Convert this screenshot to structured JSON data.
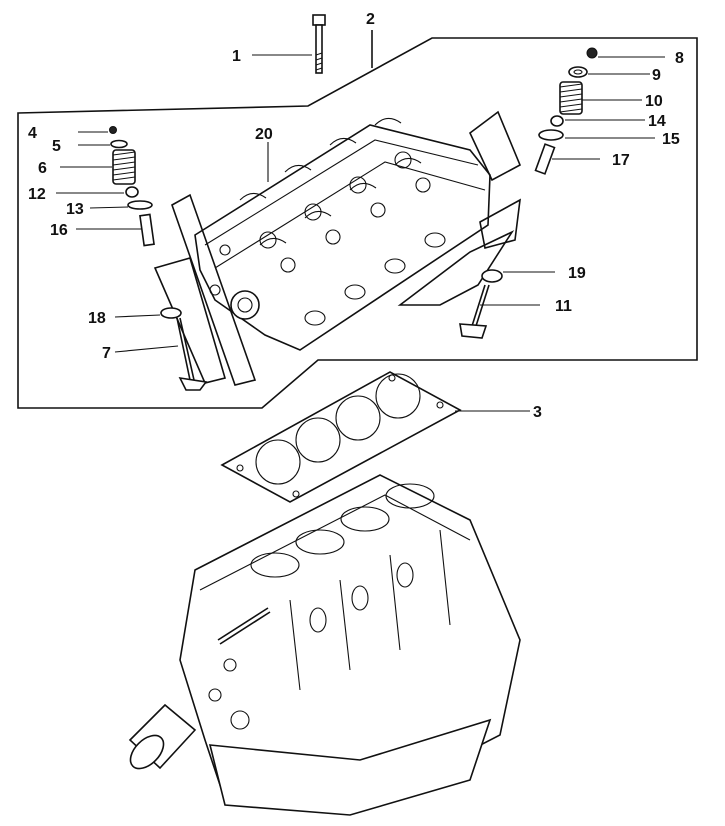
{
  "callouts": [
    {
      "id": "1",
      "text": "1"
    },
    {
      "id": "2",
      "text": "2"
    },
    {
      "id": "3",
      "text": "3"
    },
    {
      "id": "4",
      "text": "4"
    },
    {
      "id": "5",
      "text": "5"
    },
    {
      "id": "6",
      "text": "6"
    },
    {
      "id": "7",
      "text": "7"
    },
    {
      "id": "8",
      "text": "8"
    },
    {
      "id": "9",
      "text": "9"
    },
    {
      "id": "10",
      "text": "10"
    },
    {
      "id": "11",
      "text": "11"
    },
    {
      "id": "12",
      "text": "12"
    },
    {
      "id": "13",
      "text": "13"
    },
    {
      "id": "14",
      "text": "14"
    },
    {
      "id": "15",
      "text": "15"
    },
    {
      "id": "16",
      "text": "16"
    },
    {
      "id": "17",
      "text": "17"
    },
    {
      "id": "18",
      "text": "18"
    },
    {
      "id": "19",
      "text": "19"
    },
    {
      "id": "20",
      "text": "20"
    }
  ]
}
